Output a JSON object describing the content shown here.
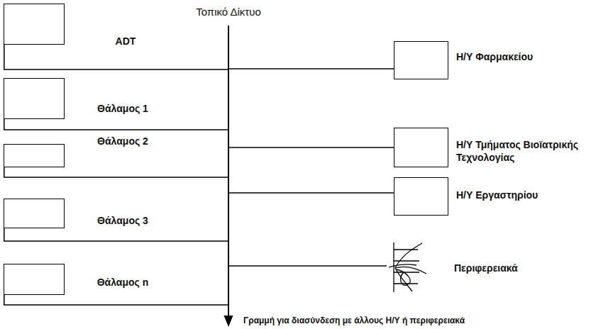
{
  "diagram": {
    "nodes": [
      {
        "text": [
          "Τοπικό Δίκτυο"
        ]
      },
      {
        "text": [
          "ADT"
        ]
      },
      {
        "text": [
          "Η/Υ Φαρμακείου"
        ]
      },
      {
        "text": [
          "Θάλαμος 1"
        ]
      },
      {
        "text": [
          "Η/Υ Τμήματος Βιοϊατρικής Τεχνολογίας"
        ]
      },
      {
        "text": [
          "Θάλαμος 2"
        ]
      },
      {
        "text": [
          "Η/Υ Εργαστηρίου"
        ]
      },
      {
        "text": [
          "Θάλαμος 3"
        ]
      },
      {
        "text": [
          "Περιφερειακά"
        ]
      },
      {
        "text": [
          "Θάλαμος n"
        ]
      }
    ],
    "edges": [
      {
        "from": 1,
        "to": 0,
        "arrow": "none"
      },
      {
        "from": 2,
        "to": 0,
        "arrow": "none"
      },
      {
        "from": 3,
        "to": 0,
        "arrow": "none"
      },
      {
        "from": 4,
        "to": 0,
        "arrow": "none"
      },
      {
        "from": 5,
        "to": 0,
        "arrow": "none"
      },
      {
        "from": 6,
        "to": 0,
        "arrow": "none"
      },
      {
        "from": 7,
        "to": 0,
        "arrow": "none"
      },
      {
        "from": 8,
        "to": 0,
        "arrow": "none"
      },
      {
        "from": 9,
        "to": 0,
        "arrow": "none"
      }
    ],
    "labels": [
      "Γραμμή για διασύνδεση με άλλους Η/Υ ή περιφερειακά"
    ]
  }
}
